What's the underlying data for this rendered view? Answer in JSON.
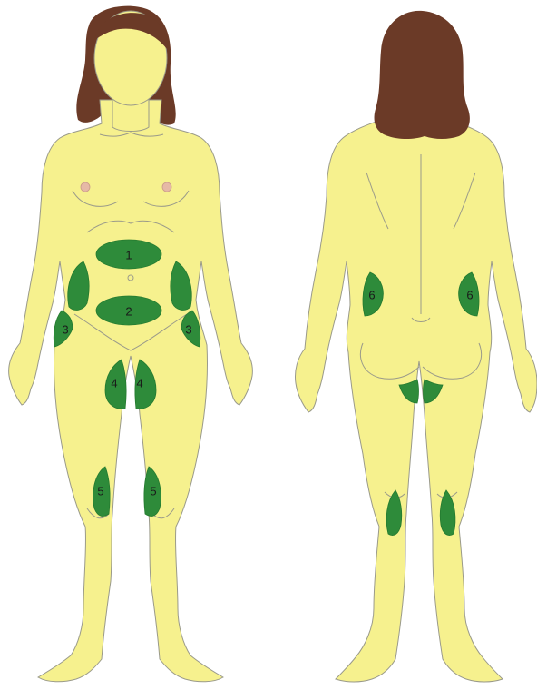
{
  "colors": {
    "skin": "#f6f18e",
    "outline": "#9a9a8a",
    "hair": "#6b3a27",
    "zone": "#2e8b3a",
    "zone_dark": "#247a2f",
    "nipple": "#e6b9a6",
    "background": "#ffffff"
  },
  "figures": [
    {
      "name": "front-view"
    },
    {
      "name": "back-view"
    }
  ],
  "zones": {
    "z1": "1",
    "z2": "2",
    "z3_left": "3",
    "z3_right": "3",
    "z4_left": "4",
    "z4_right": "4",
    "z5_left": "5",
    "z5_right": "5",
    "z6_left": "6",
    "z6_right": "6"
  }
}
